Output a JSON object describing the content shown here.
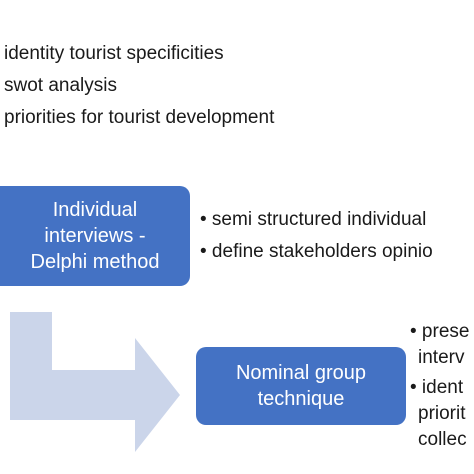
{
  "top_list": [
    "identity tourist specificities",
    "swot analysis",
    "priorities for tourist development"
  ],
  "individual_box": {
    "line1": "Individual",
    "line2": "interviews -",
    "line3": "Delphi method"
  },
  "individual_bullets": [
    "• semi structured individual",
    "• define stakeholders opinio"
  ],
  "nominal_box": {
    "line1": "Nominal group",
    "line2": "technique"
  },
  "nominal_bullets": {
    "b1_line1": "• prese",
    "b1_line2": "interv",
    "b2_line1": "• ident",
    "b2_line2": "priorit",
    "b2_line3": "collec"
  },
  "colors": {
    "box_fill": "#4472c4",
    "arrow_fill": "#cbd5ea"
  }
}
